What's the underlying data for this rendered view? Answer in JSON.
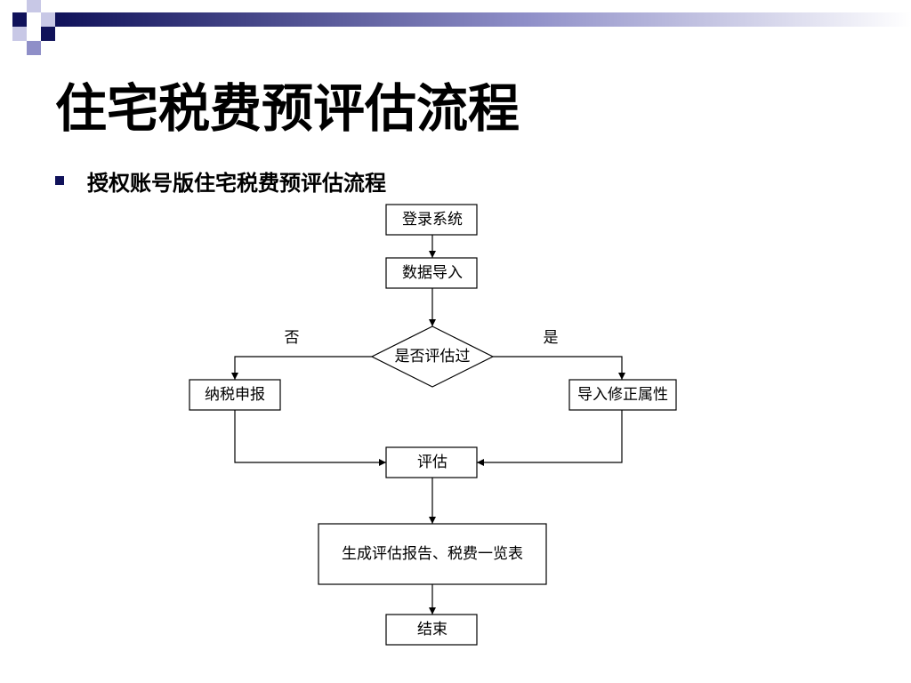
{
  "slide": {
    "title": "住宅税费预评估流程",
    "bullet": "授权账号版住宅税费预评估流程"
  },
  "flowchart": {
    "nodes": {
      "login": "登录系统",
      "import_data": "数据导入",
      "decision": "是否评估过",
      "tax_declare": "纳税申报",
      "import_fix": "导入修正属性",
      "evaluate": "评估",
      "report": "生成评估报告、税费一览表",
      "end": "结束"
    },
    "branch_labels": {
      "no": "否",
      "yes": "是"
    }
  },
  "colors": {
    "deco_navy": "#10125a",
    "deco_lavender": "#8f8fc8",
    "stroke": "#000000"
  }
}
